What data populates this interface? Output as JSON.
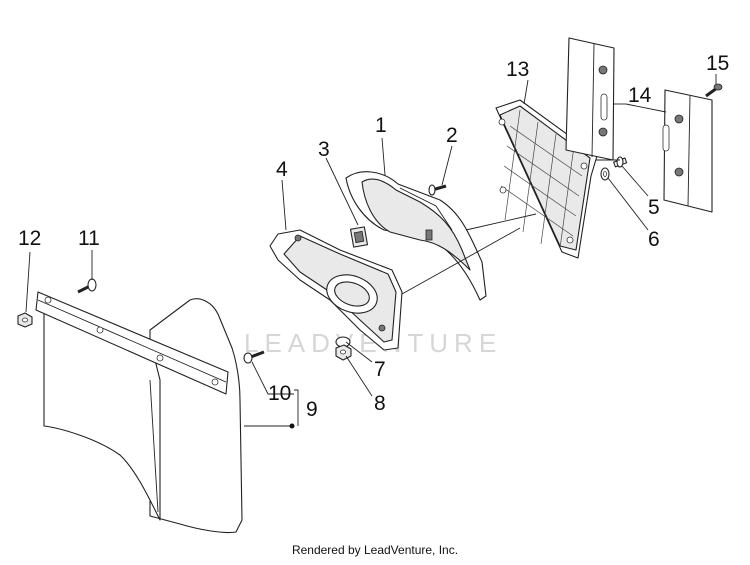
{
  "watermark": "LEADVENTURE",
  "footer": "Rendered by LeadVenture, Inc.",
  "callouts": {
    "c1": "1",
    "c2": "2",
    "c3": "3",
    "c4": "4",
    "c5": "5",
    "c6": "6",
    "c7": "7",
    "c8": "8",
    "c9": "9",
    "c10": "10",
    "c11": "11",
    "c12": "12",
    "c13": "13",
    "c14": "14",
    "c15": "15"
  }
}
